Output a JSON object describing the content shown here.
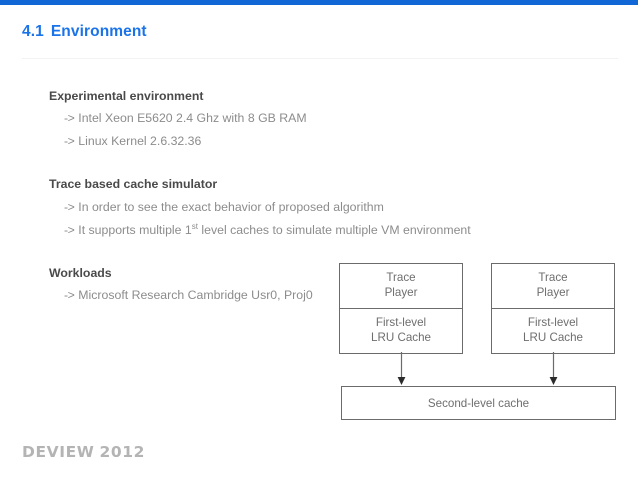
{
  "theme": {
    "accent_bar_color": "#1267d6",
    "title_color": "#1a73e8",
    "heading_color": "#4a4a4a",
    "body_color": "#8c8c8c",
    "diagram_stroke_color": "#6b6b6b",
    "diagram_text_color": "#6e6e6e",
    "footer_color": "#b4b4b4",
    "background_color": "#ffffff"
  },
  "slide": {
    "number": "4.1",
    "title": "Environment"
  },
  "sections": [
    {
      "heading": "Experimental environment",
      "bullets": [
        {
          "marker": "->",
          "text": "Intel Xeon E5620 2.4 Ghz with 8 GB RAM"
        },
        {
          "marker": "->",
          "text": "Linux Kernel 2.6.32.36"
        }
      ]
    },
    {
      "heading": "Trace based cache simulator",
      "bullets": [
        {
          "marker": "->",
          "text": "In order to see the exact behavior of proposed algorithm"
        },
        {
          "marker": "->",
          "text_before": "It supports multiple 1",
          "superscript": "st",
          "text_after": " level caches to simulate multiple VM environment"
        }
      ]
    },
    {
      "heading": "Workloads",
      "bullets": [
        {
          "marker": "->",
          "text": "Microsoft Research Cambridge Usr0, Proj0"
        }
      ]
    }
  ],
  "diagram": {
    "stacks": [
      {
        "top_line1": "Trace",
        "top_line2": "Player",
        "bottom_line1": "First-level",
        "bottom_line2": "LRU Cache"
      },
      {
        "top_line1": "Trace",
        "top_line2": "Player",
        "bottom_line1": "First-level",
        "bottom_line2": "LRU Cache"
      }
    ],
    "shared_node": "Second-level cache",
    "connector_icon": "down-arrow-icon"
  },
  "footer": {
    "brand": "DEVIEW",
    "year": "2012"
  }
}
